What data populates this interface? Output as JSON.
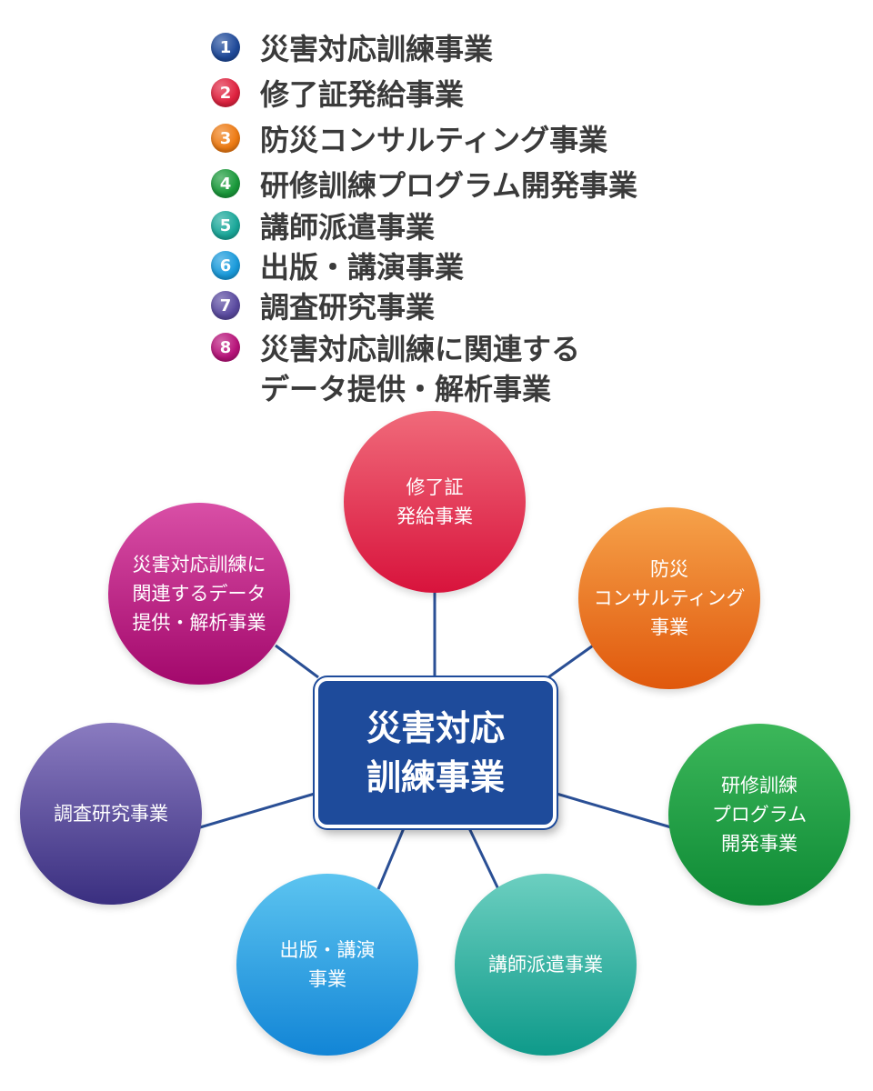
{
  "list": [
    {
      "num": "1",
      "color": "#1f4a9a",
      "lines": [
        "災害対応訓練事業"
      ]
    },
    {
      "num": "2",
      "color": "#e0223f",
      "lines": [
        "修了証発給事業"
      ]
    },
    {
      "num": "3",
      "color": "#ee7b13",
      "lines": [
        "防災コンサルティング事業"
      ]
    },
    {
      "num": "4",
      "color": "#1a9a3b",
      "lines": [
        "研修訓練プログラム開発事業"
      ]
    },
    {
      "num": "5",
      "color": "#1aa89a",
      "lines": [
        "講師派遣事業"
      ]
    },
    {
      "num": "6",
      "color": "#1a9bdc",
      "lines": [
        "出版・講演事業"
      ]
    },
    {
      "num": "7",
      "color": "#5a4aa0",
      "lines": [
        "調査研究事業"
      ]
    },
    {
      "num": "8",
      "color": "#b8137a",
      "lines": [
        "災害対応訓練に関連する",
        "データ提供・解析事業"
      ]
    }
  ],
  "center": {
    "lines": [
      "災害対応",
      "訓練事業"
    ],
    "color": "#1e4b9b"
  },
  "nodes": [
    {
      "id": "certificate",
      "lines": [
        "修了証",
        "発給事業"
      ],
      "color_top": "#f06a7a",
      "color_bottom": "#d8133c"
    },
    {
      "id": "consulting",
      "lines": [
        "防災",
        "コンサルティング",
        "事業"
      ],
      "color_top": "#f6a24a",
      "color_bottom": "#e0580c"
    },
    {
      "id": "program",
      "lines": [
        "研修訓練",
        "プログラム",
        "開発事業"
      ],
      "color_top": "#3cb75a",
      "color_bottom": "#0e8a35"
    },
    {
      "id": "dispatch",
      "lines": [
        "講師派遣事業"
      ],
      "color_top": "#6ccfc0",
      "color_bottom": "#0e9a8a"
    },
    {
      "id": "publishing",
      "lines": [
        "出版・講演",
        "事業"
      ],
      "color_top": "#5cc4f0",
      "color_bottom": "#1285d6"
    },
    {
      "id": "research",
      "lines": [
        "調査研究事業"
      ],
      "color_top": "#8a7bc0",
      "color_bottom": "#3a2f80"
    },
    {
      "id": "data",
      "lines": [
        "災害対応訓練に",
        "関連するデータ",
        "提供・解析事業"
      ],
      "color_top": "#d94fa6",
      "color_bottom": "#a3086c"
    }
  ],
  "connector_color": "#2a4f95"
}
